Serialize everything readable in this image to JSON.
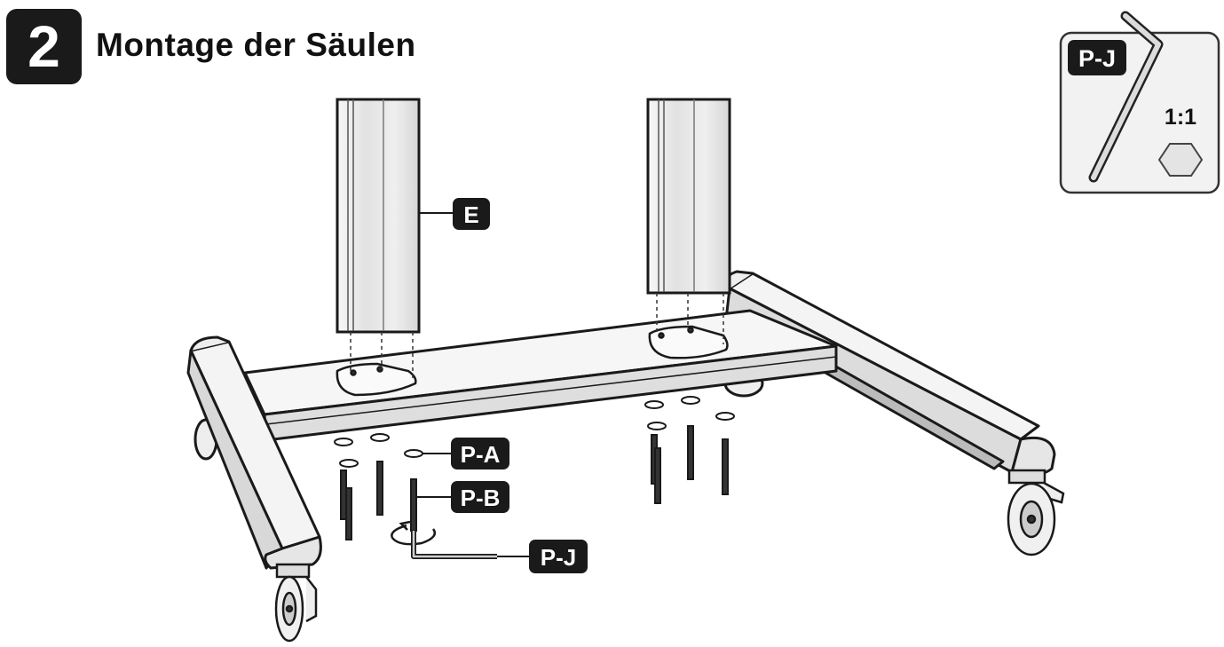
{
  "step": {
    "number": "2",
    "title": "Montage der Säulen"
  },
  "tool_box": {
    "tool_label": "P-J",
    "scale": "1:1"
  },
  "callouts": {
    "column": "E",
    "washer": "P-A",
    "bolt": "P-B",
    "hex_key": "P-J"
  },
  "colors": {
    "ink": "#1a1a1a",
    "column_fill": "#e9e9e9",
    "box_fill": "#f2f2f2"
  }
}
